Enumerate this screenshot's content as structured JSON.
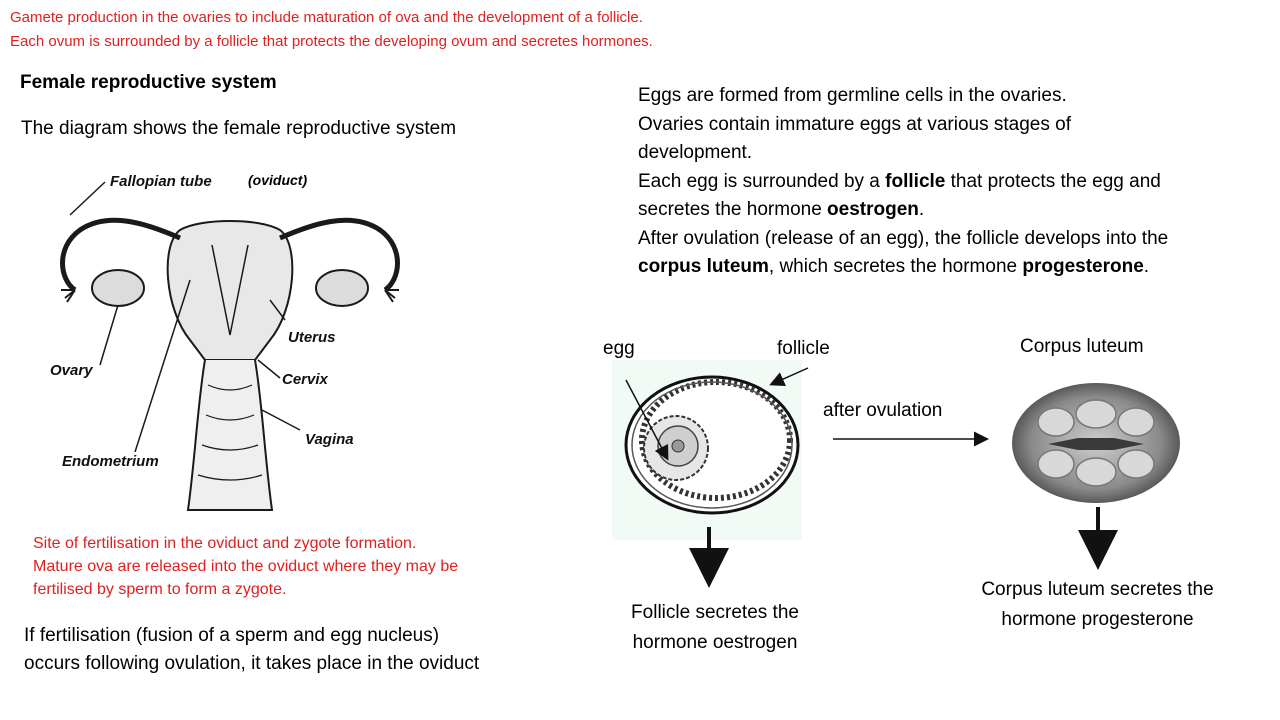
{
  "top_note": {
    "line1": "Gamete production in the ovaries to include maturation of ova and the development of a follicle.",
    "line2": "Each ovum is surrounded by a follicle that protects the developing ovum and secretes hormones."
  },
  "section_title": "Female reproductive system",
  "diagram_caption": "The diagram shows the female reproductive system",
  "uterus_diagram": {
    "oviduct_label": "(oviduct)",
    "labels": {
      "fallopian_tube": "Fallopian tube",
      "uterus": "Uterus",
      "ovary": "Ovary",
      "cervix": "Cervix",
      "vagina": "Vagina",
      "endometrium": "Endometrium"
    }
  },
  "fertilisation_note": {
    "line1": "Site of fertilisation in the oviduct and zygote formation.",
    "line2": "Mature ova are released into the oviduct where they may be",
    "line3": "fertilised by sperm to form a zygote."
  },
  "fertilisation_text": {
    "line1": "If fertilisation (fusion of a sperm and egg nucleus)",
    "line2": "occurs following ovulation, it takes place in the oviduct"
  },
  "egg_description": {
    "p1": "Eggs are formed from germline cells in the ovaries.",
    "p2": "Ovaries contain immature eggs at various stages of development.",
    "p3_pre": "Each egg is surrounded by a ",
    "p3_term1": "follicle",
    "p3_mid": " that protects the egg and secretes the hormone ",
    "p3_term2": "oestrogen",
    "p3_post": ".",
    "p4_pre": "After ovulation (release of an egg), the follicle develops into the ",
    "p4_term1": "corpus luteum",
    "p4_mid": ", which secretes the hormone ",
    "p4_term2": "progesterone",
    "p4_post": "."
  },
  "follicle_diagram": {
    "egg_label": "egg",
    "follicle_label": "follicle",
    "after_ovulation_label": "after ovulation",
    "corpus_luteum_label": "Corpus luteum"
  },
  "follicle_secretes": {
    "line1": "Follicle secretes the",
    "line2": "hormone oestrogen"
  },
  "corpus_luteum_secretes": {
    "line1": "Corpus luteum secretes the",
    "line2": "hormone progesterone"
  },
  "colors": {
    "note_red": "#e02020",
    "text": "#000000"
  }
}
